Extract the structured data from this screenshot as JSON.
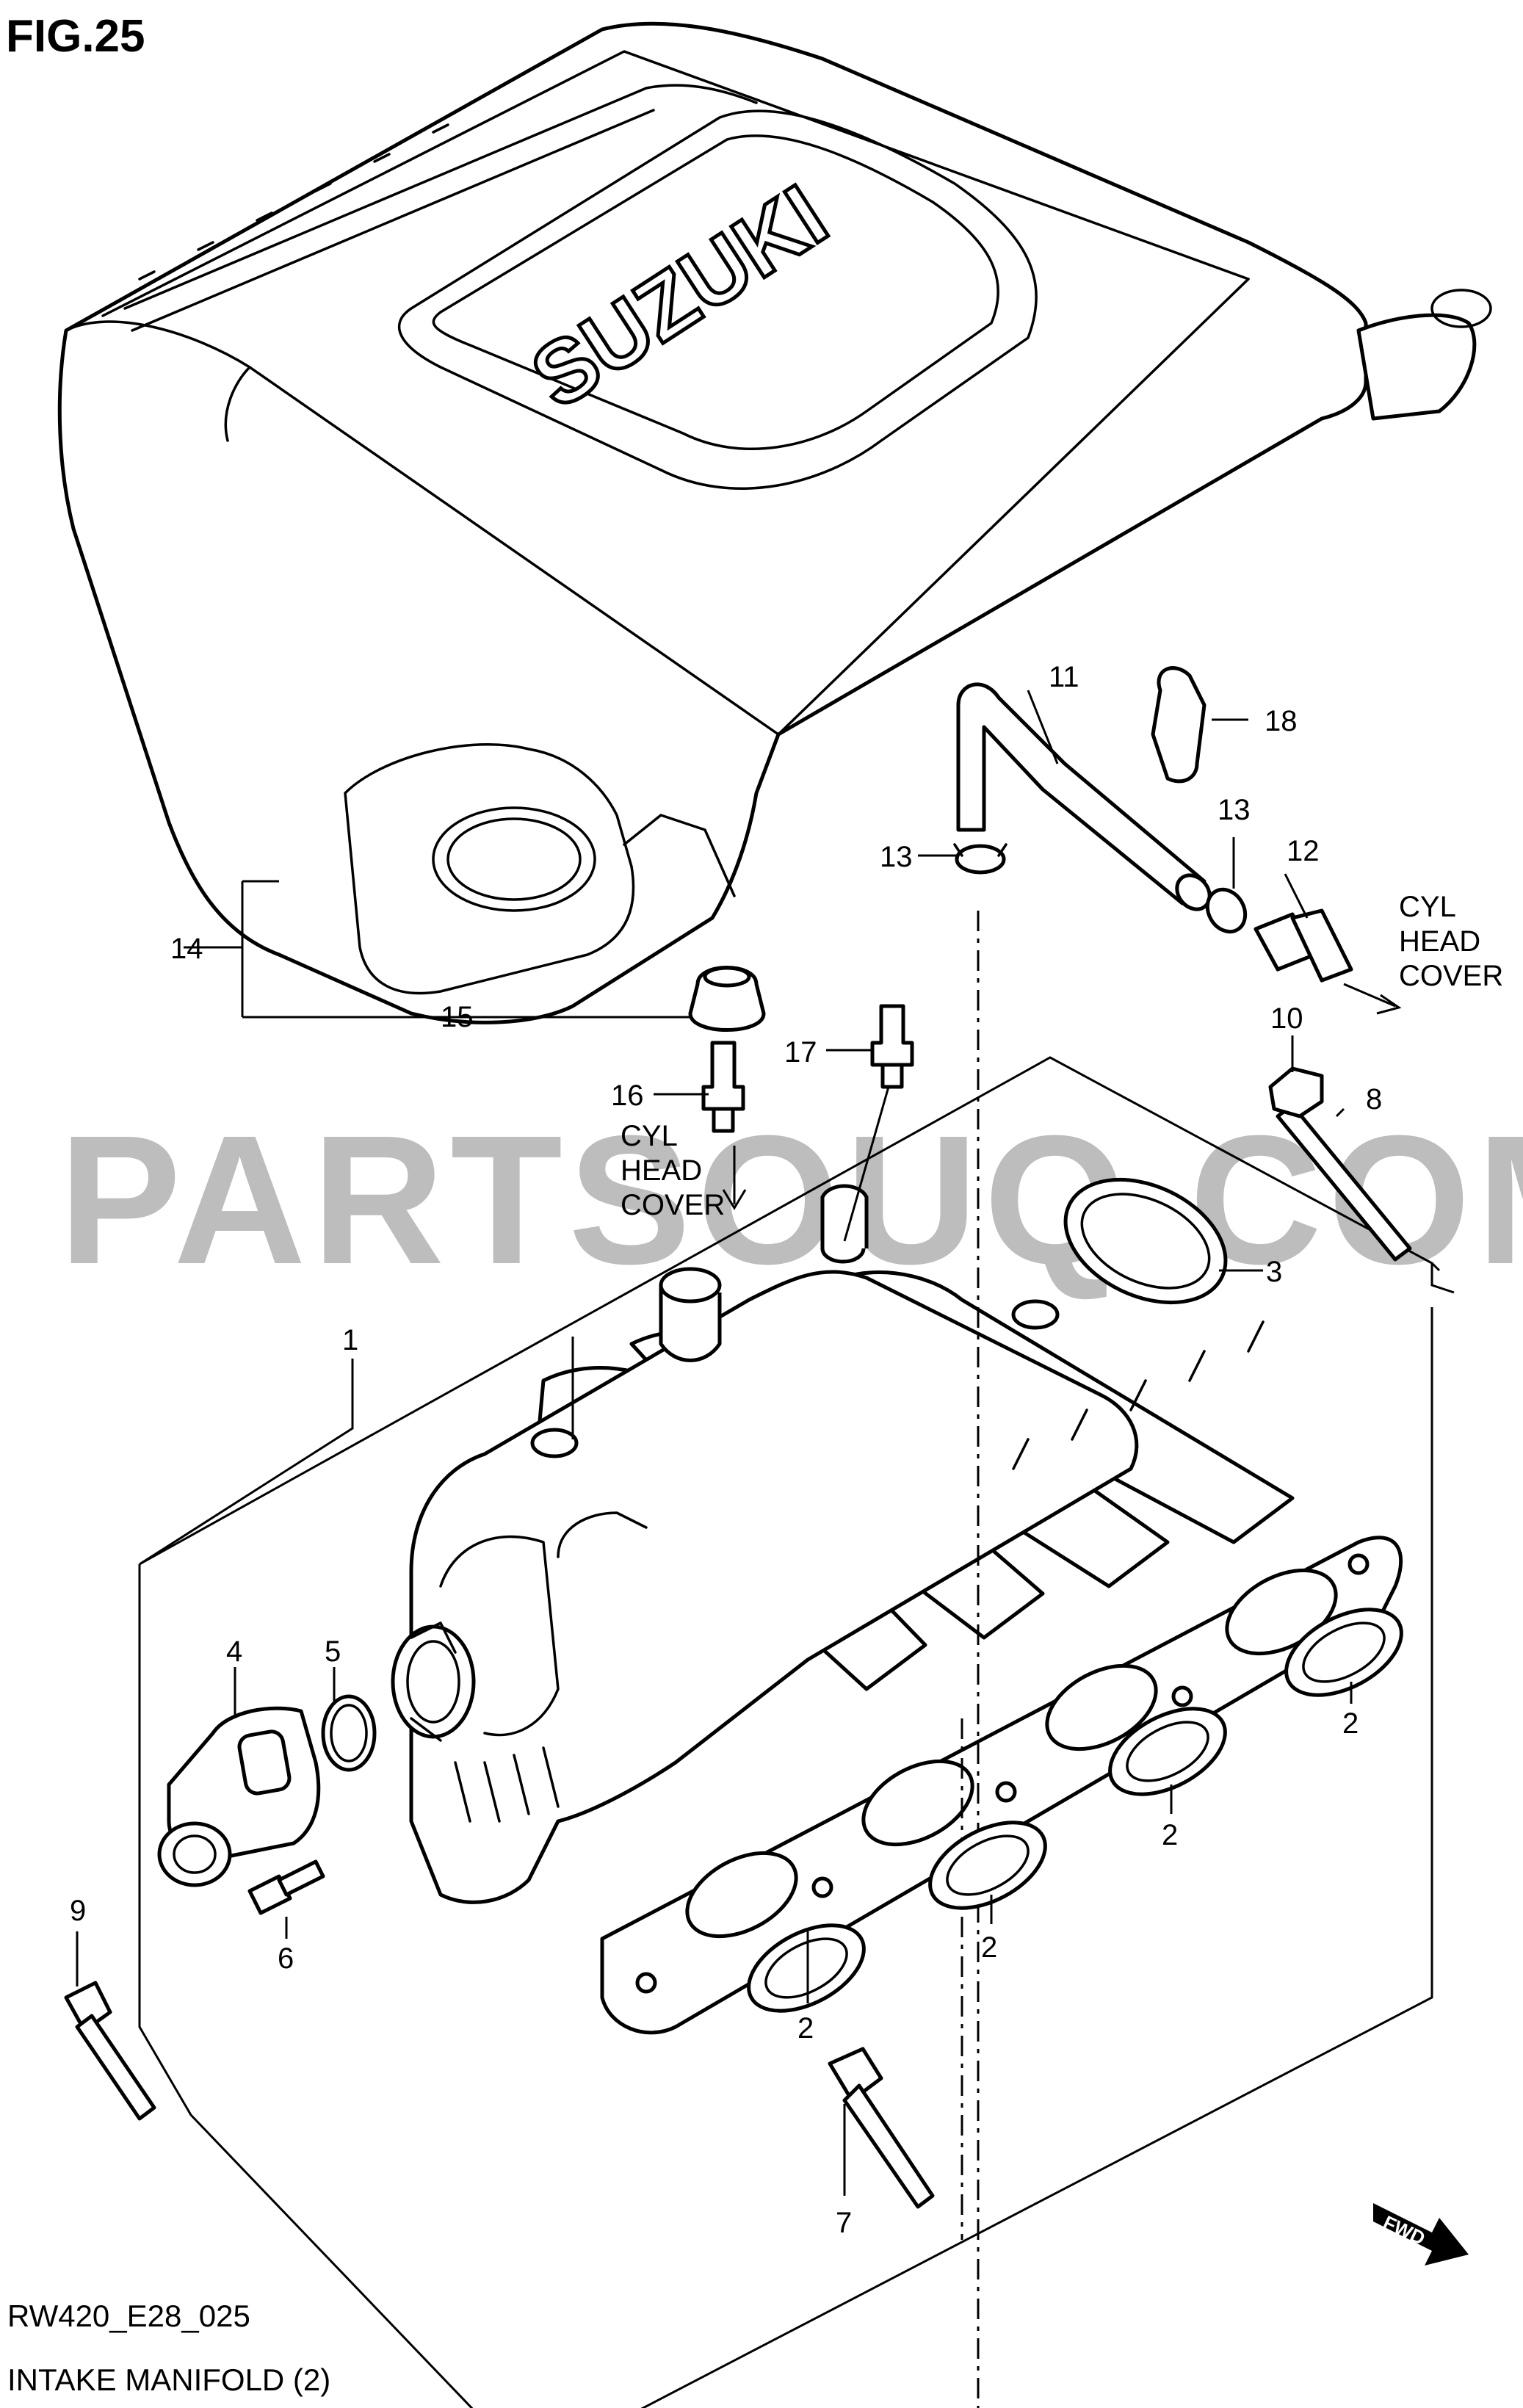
{
  "figure_label": "FIG.25",
  "watermark": "PARTSOUQ.COM",
  "cover_logo": "SUZUKI",
  "direction_badge": "FWD",
  "footer": {
    "code": "RW420_E28_025",
    "title": "INTAKE MANIFOLD (2)"
  },
  "notes": {
    "cyl_head_cover_right": [
      "CYL",
      "HEAD",
      "COVER"
    ],
    "cyl_head_cover_left": [
      "CYL",
      "HEAD",
      "COVER"
    ]
  },
  "callouts": {
    "c1": "1",
    "c2a": "2",
    "c2b": "2",
    "c2c": "2",
    "c2d": "2",
    "c3": "3",
    "c4": "4",
    "c5": "5",
    "c6": "6",
    "c7": "7",
    "c8": "8",
    "c9": "9",
    "c10": "10",
    "c11": "11",
    "c12": "12",
    "c13a": "13",
    "c13b": "13",
    "c14": "14",
    "c15": "15",
    "c16": "16",
    "c17": "17",
    "c18": "18"
  },
  "icons": [
    "fwd-arrow-icon",
    "down-arrow-icon"
  ]
}
